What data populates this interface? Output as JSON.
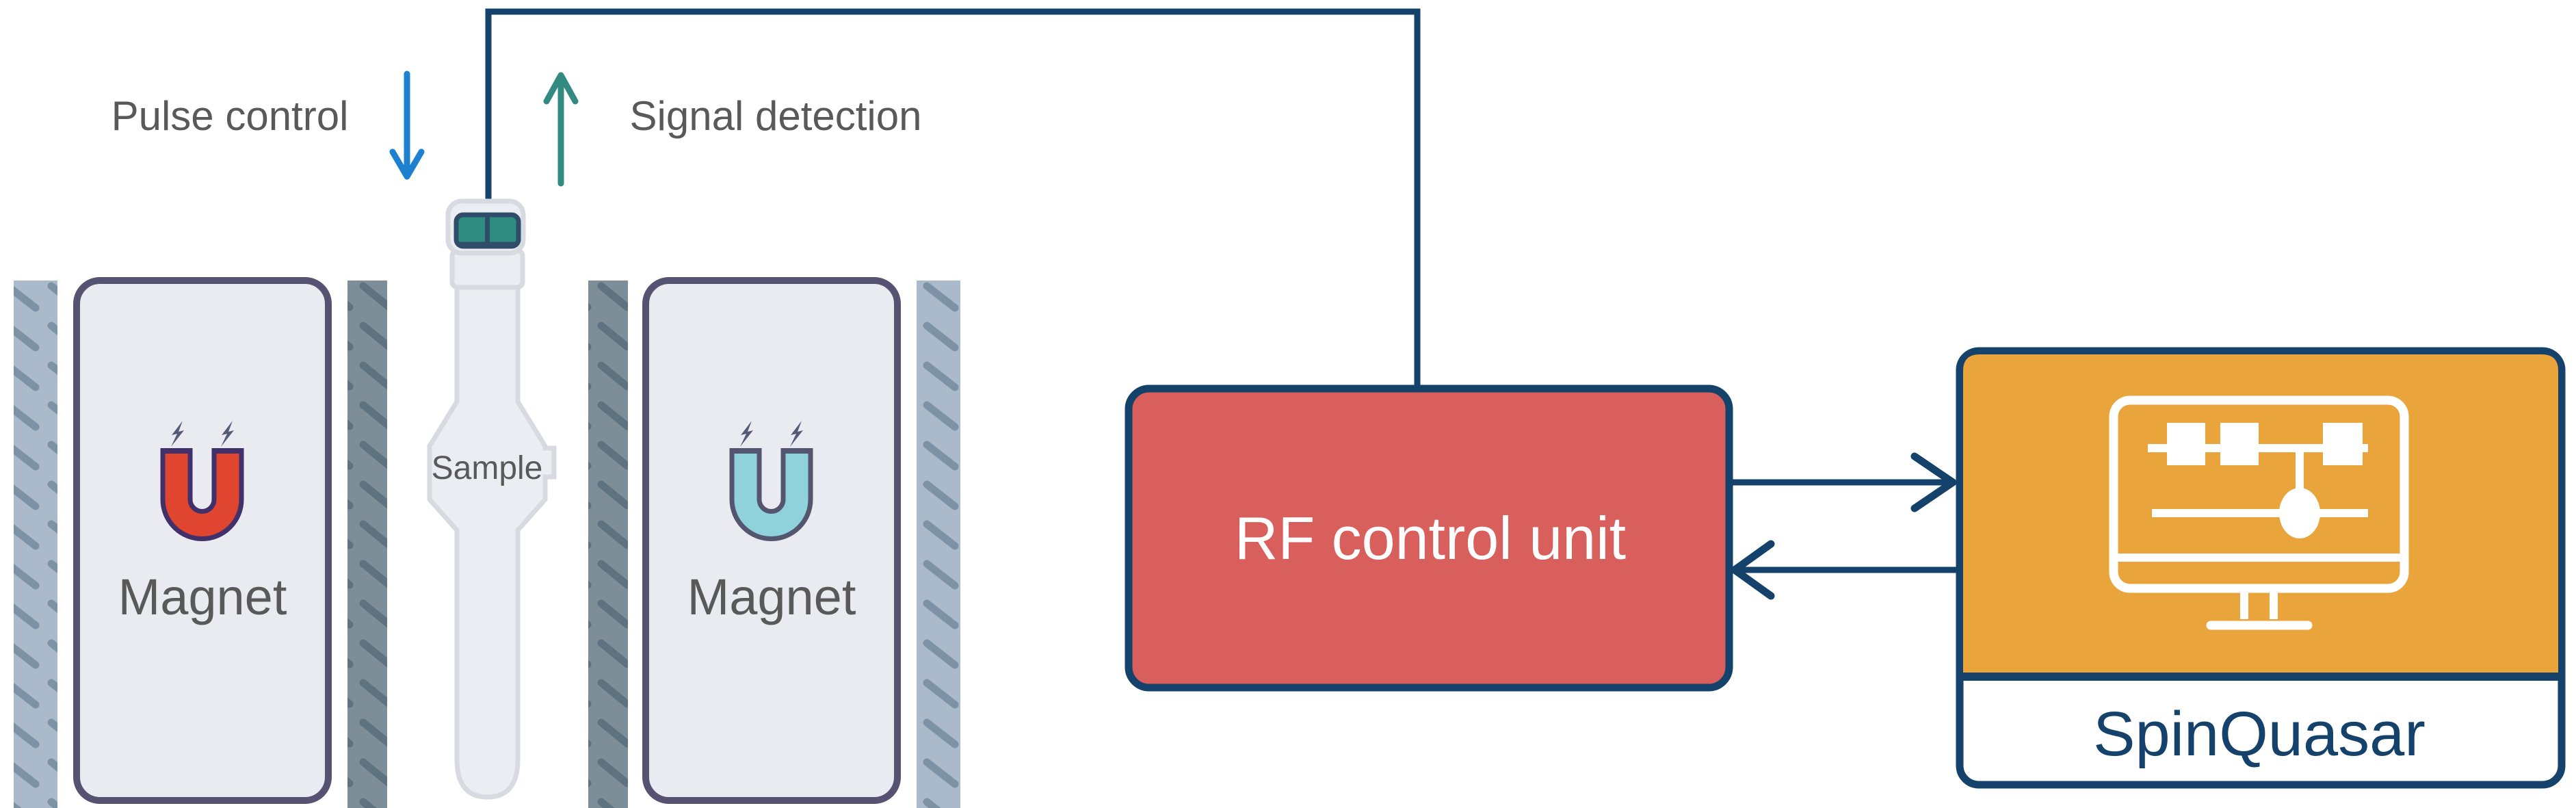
{
  "colors": {
    "navy": "#15426A",
    "red_box": "#D85F5B",
    "orange": "#E9A43B",
    "text_gray": "#595959",
    "arrow_blue": "#1E81CF",
    "arrow_teal": "#338A80",
    "magnet_red": "#E0452F",
    "magnet_red_outline": "#413069",
    "magnet_cyan": "#8FD2DC",
    "magnet_cyan_outline": "#54566F",
    "bolt": "#555B76",
    "box_fill": "#EAEBF0",
    "box_border": "#565372",
    "bar_light": "#ABBACA",
    "bar_light_hatch": "#7E92A5",
    "bar_dark": "#7E8E99",
    "bar_dark_hatch": "#5E7280",
    "tube_fill": "#EAEDF1",
    "tube_stroke": "#D7DBE1",
    "cap_teal": "#2F8C81",
    "cap_border": "#2F4D68"
  },
  "annotations": {
    "pulse_control": "Pulse control",
    "signal_detection": "Signal detection"
  },
  "magnet_assembly": {
    "left_magnet_label": "Magnet",
    "right_magnet_label": "Magnet",
    "sample_label": "Sample"
  },
  "rf_unit": {
    "label": "RF control unit"
  },
  "software": {
    "label": "SpinQuasar"
  }
}
